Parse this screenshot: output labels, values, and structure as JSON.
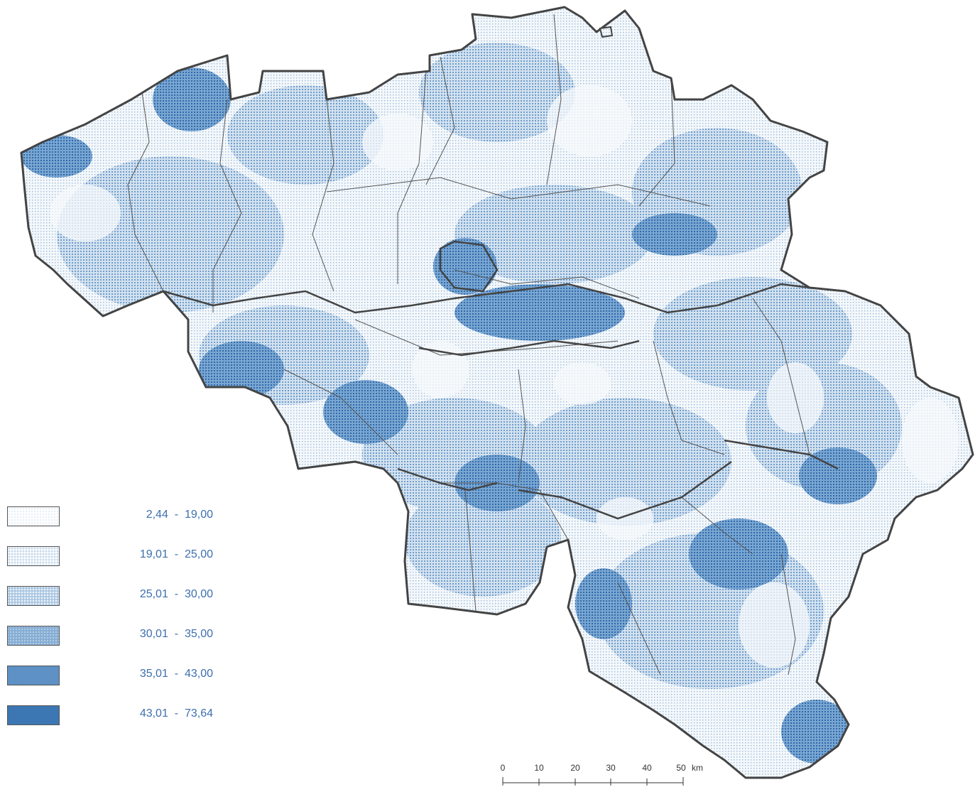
{
  "colors": {
    "class1": "#e6eef6",
    "class2": "#c9dbec",
    "class3": "#a8c5e1",
    "class4": "#86aed4",
    "class5": "#5d90c4",
    "class6": "#3c76b3",
    "border": "#444444",
    "label": "#3d6fae"
  },
  "legend": {
    "items": [
      {
        "label": "2,44  -  19,00",
        "color_key": "class1"
      },
      {
        "label": "19,01  -  25,00",
        "color_key": "class2"
      },
      {
        "label": "25,01  -  30,00",
        "color_key": "class3"
      },
      {
        "label": "30,01  -  35,00",
        "color_key": "class4"
      },
      {
        "label": "35,01  -  43,00",
        "color_key": "class5"
      },
      {
        "label": "43,01  -  73,64",
        "color_key": "class6"
      }
    ]
  },
  "scale_bar": {
    "ticks": [
      "0",
      "10",
      "20",
      "30",
      "40",
      "50"
    ],
    "unit": "km"
  }
}
